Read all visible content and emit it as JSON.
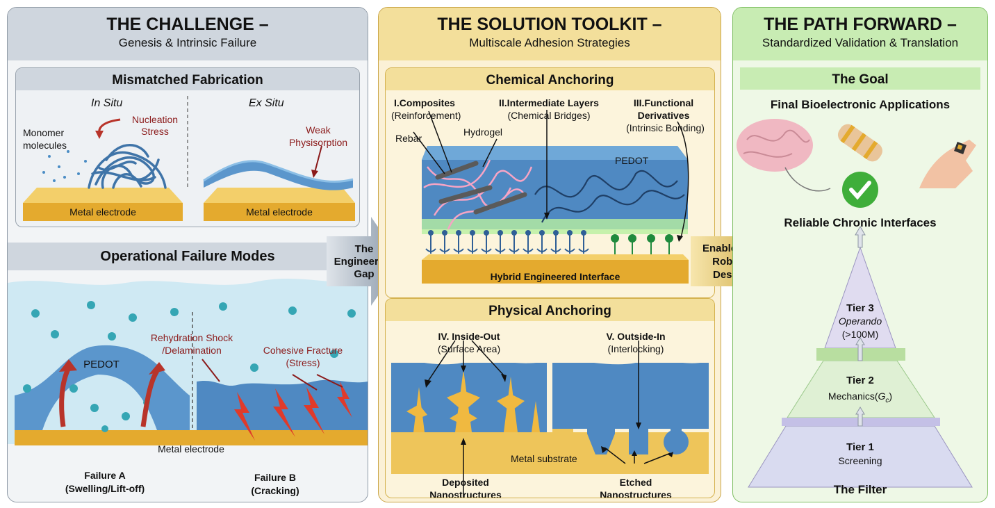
{
  "challenge": {
    "title": "THE CHALLENGE –",
    "subtitle": "Genesis & Intrinsic Failure",
    "mismatched": {
      "title": "Mismatched Fabrication",
      "in_situ": "In Situ",
      "ex_situ": "Ex Situ",
      "monomer": "Monomer molecules",
      "nucleation": "Nucleation Stress",
      "weak": "Weak Physisorption",
      "metal_left": "Metal electrode",
      "metal_right": "Metal electrode"
    },
    "operational": {
      "title": "Operational Failure Modes",
      "pedot": "PEDOT",
      "rehydration": "Rehydration Shock /Delamination",
      "cohesive": "Cohesive Fracture (Stress)",
      "metal": "Metal electrode",
      "failure_a_1": "Failure A",
      "failure_a_2": "(Swelling/Lift-off)",
      "failure_b_1": "Failure B",
      "failure_b_2": "(Cracking)"
    }
  },
  "gap_arrow": "The Engineering Gap",
  "solution": {
    "title": "THE SOLUTION TOOLKIT –",
    "subtitle": "Multiscale Adhesion Strategies",
    "chemical": {
      "title": "Chemical Anchoring",
      "s1_title": "I.Composites",
      "s1_sub": "(Reinforcement)",
      "s2_title": "II.Intermediate Layers",
      "s2_sub": "(Chemical Bridges)",
      "s3_title1": "III.Functional",
      "s3_title2": "Derivatives",
      "s3_sub": "(Intrinsic Bonding)",
      "rebar": "Rebar",
      "hydrogel": "Hydrogel",
      "pedot": "PEDOT",
      "base": "Hybrid Engineered Interface"
    },
    "physical": {
      "title": "Physical Anchoring",
      "s4_title": "IV. Inside-Out",
      "s4_sub": "(Surface Area)",
      "s5_title": "V. Outside-In",
      "s5_sub": "(Interlocking)",
      "substrate": "Metal substrate",
      "deposited_1": "Deposited",
      "deposited_2": "Nanostructures",
      "etched_1": "Etched",
      "etched_2": "Nanostructures"
    }
  },
  "enabled_arrow": "Enabled by Robust Design",
  "path": {
    "title": "THE PATH FORWARD –",
    "subtitle": "Standardized Validation & Translation",
    "goal": "The Goal",
    "final_apps": "Final Bioelectronic Applications",
    "reliable": "Reliable Chronic Interfaces",
    "tier3_title": "Tier 3",
    "tier3_l1": "Operando",
    "tier3_l2": "(>100M)",
    "tier2_title": "Tier 2",
    "tier2_pre": "Mechanics(",
    "tier2_g": "G",
    "tier2_sub": "c",
    "tier2_post": ")",
    "tier1_title": "Tier 1",
    "tier1_sub": "Screening",
    "filter": "The Filter"
  },
  "colors": {
    "gold": "#e8b93c",
    "pedot_blue": "#4f89c2",
    "water": "#cfe9f3",
    "arrow_red": "#b8342a",
    "check_green": "#3fae3a"
  }
}
